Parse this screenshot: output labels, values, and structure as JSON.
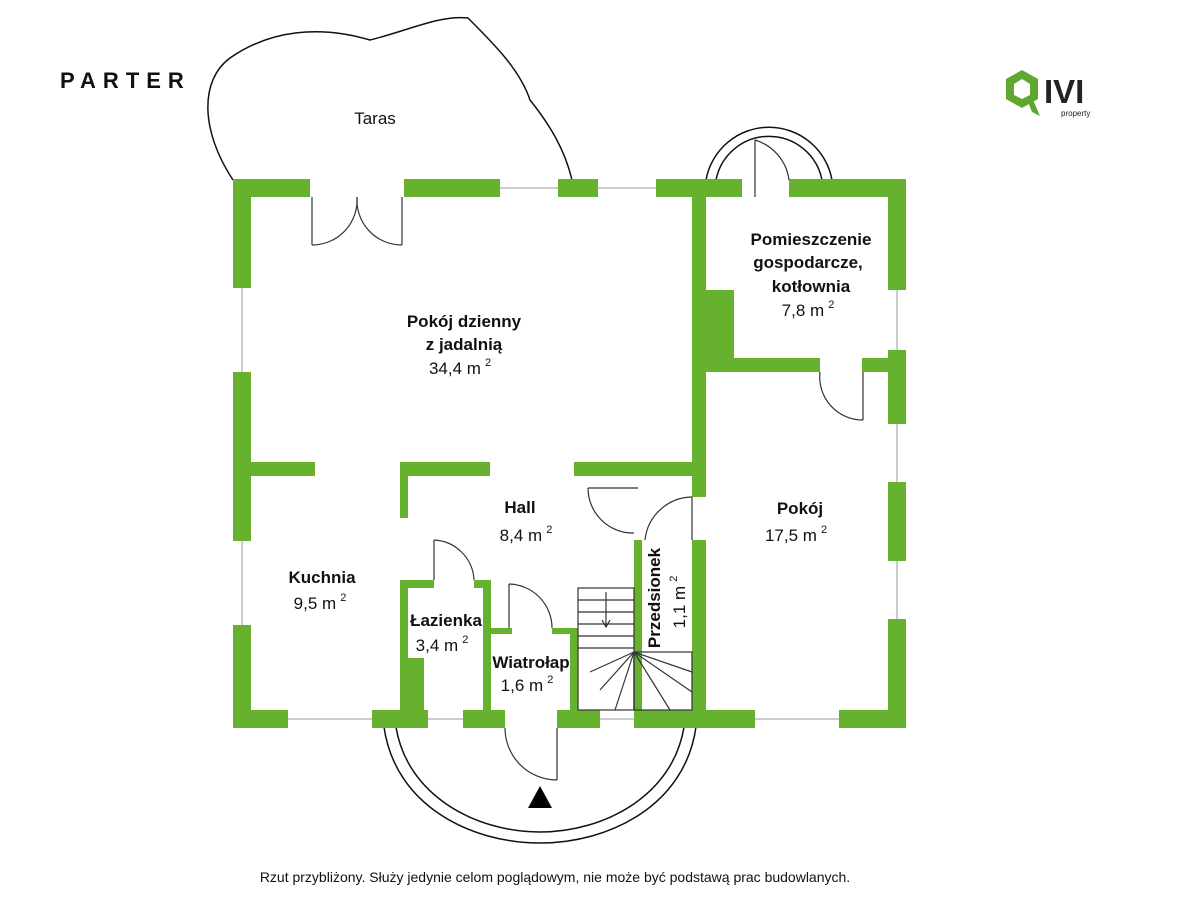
{
  "heading": "PARTER",
  "logo": {
    "letters": "IVI",
    "sub": "property",
    "color": "#5fa82e",
    "dark": "#222222"
  },
  "wall_color": "#66b22e",
  "unit": "m",
  "unit_exp": "2",
  "rooms": {
    "taras": {
      "name": "Taras"
    },
    "pokoj_dzienny": {
      "name_1": "Pokój dzienny",
      "name_2": "z jadalnią",
      "area": "34,4"
    },
    "pomieszczenie": {
      "name_1": "Pomieszczenie",
      "name_2": "gospodarcze,",
      "name_3": "kotłownia",
      "area": "7,8"
    },
    "hall": {
      "name": "Hall",
      "area": "8,4"
    },
    "pokoj": {
      "name": "Pokój",
      "area": "17,5"
    },
    "kuchnia": {
      "name": "Kuchnia",
      "area": "9,5"
    },
    "lazienka": {
      "name": "Łazienka",
      "area": "3,4"
    },
    "wiatrolap": {
      "name": "Wiatrołap",
      "area": "1,6"
    },
    "przedsionek": {
      "name": "Przedsionek",
      "area": "1,1"
    }
  },
  "disclaimer": "Rzut przybliżony. Służy jedynie celom poglądowym, nie może być podstawą prac budowlanych."
}
